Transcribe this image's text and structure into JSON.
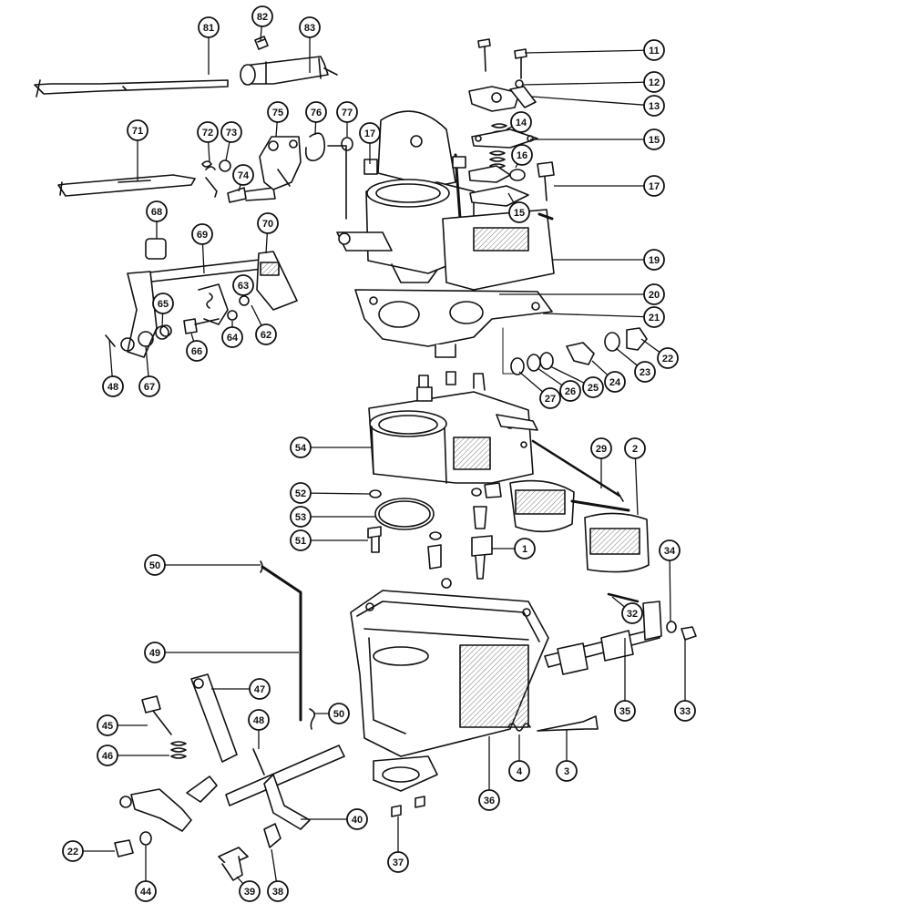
{
  "diagram": {
    "callouts": [
      {
        "label": "81"
      },
      {
        "label": "82"
      },
      {
        "label": "83"
      },
      {
        "label": "11"
      },
      {
        "label": "12"
      },
      {
        "label": "13"
      },
      {
        "label": "14"
      },
      {
        "label": "15"
      },
      {
        "label": "16"
      },
      {
        "label": "17"
      },
      {
        "label": "17"
      },
      {
        "label": "15"
      },
      {
        "label": "19"
      },
      {
        "label": "20"
      },
      {
        "label": "21"
      },
      {
        "label": "22"
      },
      {
        "label": "23"
      },
      {
        "label": "24"
      },
      {
        "label": "25"
      },
      {
        "label": "26"
      },
      {
        "label": "27"
      },
      {
        "label": "71"
      },
      {
        "label": "72"
      },
      {
        "label": "73"
      },
      {
        "label": "74"
      },
      {
        "label": "75"
      },
      {
        "label": "76"
      },
      {
        "label": "77"
      },
      {
        "label": "68"
      },
      {
        "label": "69"
      },
      {
        "label": "70"
      },
      {
        "label": "65"
      },
      {
        "label": "63"
      },
      {
        "label": "62"
      },
      {
        "label": "64"
      },
      {
        "label": "66"
      },
      {
        "label": "67"
      },
      {
        "label": "48"
      },
      {
        "label": "54"
      },
      {
        "label": "29"
      },
      {
        "label": "2"
      },
      {
        "label": "52"
      },
      {
        "label": "53"
      },
      {
        "label": "51"
      },
      {
        "label": "1"
      },
      {
        "label": "34"
      },
      {
        "label": "32"
      },
      {
        "label": "33"
      },
      {
        "label": "35"
      },
      {
        "label": "50"
      },
      {
        "label": "49"
      },
      {
        "label": "47"
      },
      {
        "label": "50"
      },
      {
        "label": "45"
      },
      {
        "label": "48"
      },
      {
        "label": "46"
      },
      {
        "label": "4"
      },
      {
        "label": "3"
      },
      {
        "label": "36"
      },
      {
        "label": "40"
      },
      {
        "label": "22"
      },
      {
        "label": "44"
      },
      {
        "label": "37"
      },
      {
        "label": "39"
      },
      {
        "label": "38"
      }
    ],
    "colors": {
      "ink": "#111111",
      "paper": "#ffffff",
      "shade": "#cfcfcf"
    }
  }
}
